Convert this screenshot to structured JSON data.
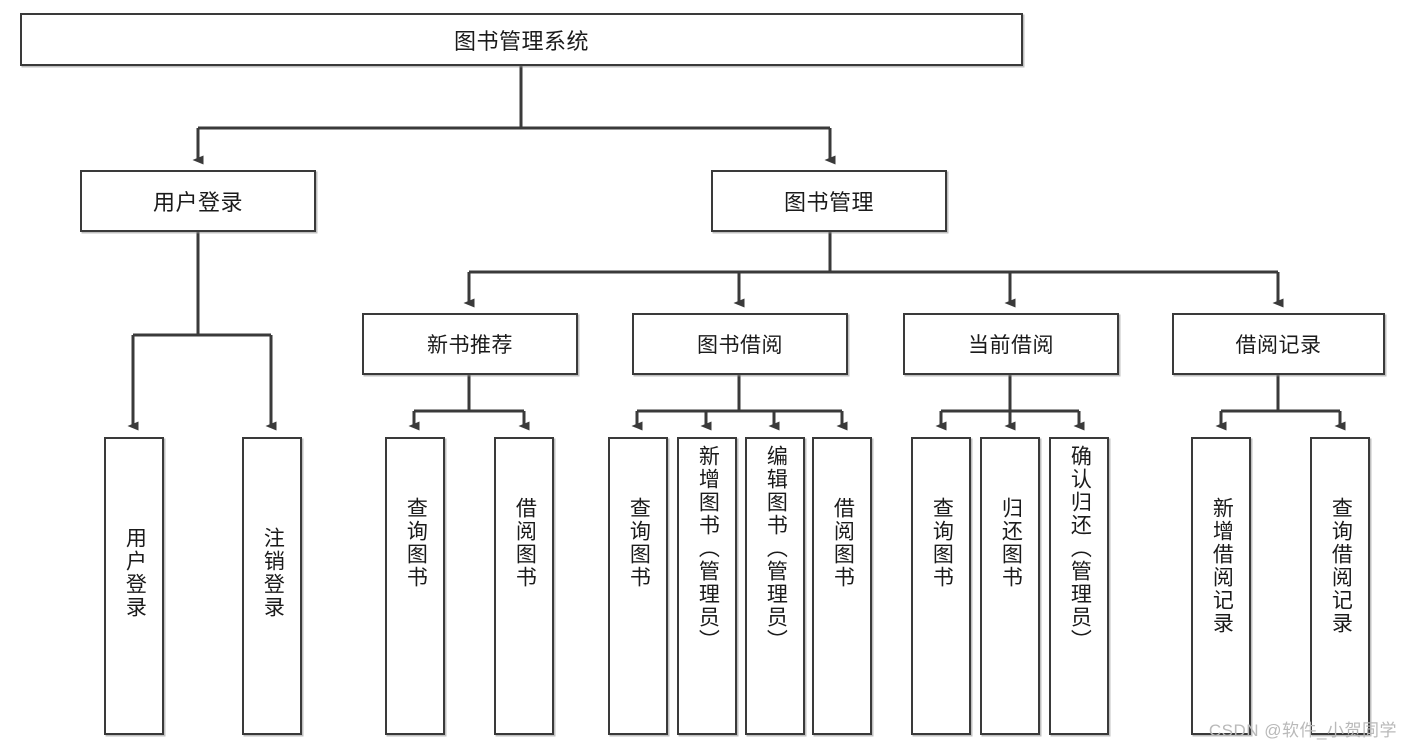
{
  "diagram": {
    "title": "图书管理系统",
    "type": "tree-structure-chart",
    "root": {
      "label": "图书管理系统"
    },
    "level2": [
      {
        "label": "用户登录"
      },
      {
        "label": "图书管理"
      }
    ],
    "level3": [
      {
        "label": "新书推荐"
      },
      {
        "label": "图书借阅"
      },
      {
        "label": "当前借阅"
      },
      {
        "label": "借阅记录"
      }
    ],
    "leaves": {
      "user_login": [
        {
          "label": "用户登录"
        },
        {
          "label": "注销登录"
        }
      ],
      "new_book_recommend": [
        {
          "label": "查询图书"
        },
        {
          "label": "借阅图书"
        }
      ],
      "book_borrow": [
        {
          "label": "查询图书"
        },
        {
          "label": "新增图书（管理员）"
        },
        {
          "label": "编辑图书（管理员）"
        },
        {
          "label": "借阅图书"
        }
      ],
      "current_borrow": [
        {
          "label": "查询图书"
        },
        {
          "label": "归还图书"
        },
        {
          "label": "确认归还（管理员）"
        }
      ],
      "borrow_record": [
        {
          "label": "新增借阅记录"
        },
        {
          "label": "查询借阅记录"
        }
      ]
    }
  },
  "watermark": {
    "text": "CSDN @软件_小贺同学"
  },
  "colors": {
    "box_border": "#3a3a3a",
    "box_fill": "#ffffff",
    "line": "#3a3a3a",
    "text": "#1b1b1b",
    "watermark": "#b9b9b9"
  }
}
